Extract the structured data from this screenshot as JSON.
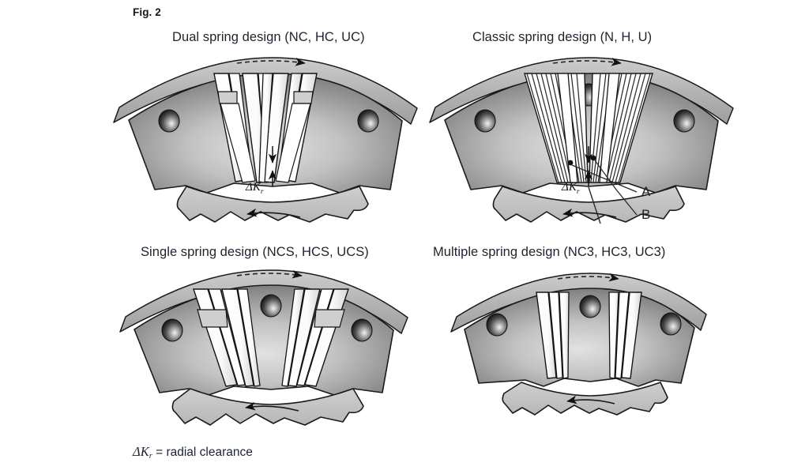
{
  "figure": {
    "label": "Fig. 2",
    "legend": {
      "symbol_delta": "Δ",
      "symbol_k": "K",
      "symbol_sub": "r",
      "text": " = radial clearance",
      "full": "ΔKr = radial clearance"
    }
  },
  "panels": [
    {
      "id": "dual",
      "title": "Dual spring design (NC, HC, UC)",
      "clearance_label": {
        "delta": "Δ",
        "k": "K",
        "sub": "r"
      },
      "has_clearance_arrow": true,
      "callouts": [],
      "spring_style": "dual",
      "leaves_per_pack": 4,
      "packs": 2
    },
    {
      "id": "classic",
      "title": "Classic spring design (N, H, U)",
      "clearance_label": {
        "delta": "Δ",
        "k": "K",
        "sub": "r"
      },
      "has_clearance_arrow": true,
      "callouts": [
        {
          "name": "A",
          "label": "A"
        },
        {
          "name": "B",
          "label": "B"
        }
      ],
      "spring_style": "classic",
      "leaves_per_pack": 11,
      "packs": 2
    },
    {
      "id": "single",
      "title": "Single spring design (NCS, HCS, UCS)",
      "clearance_label": null,
      "has_clearance_arrow": false,
      "callouts": [],
      "spring_style": "single",
      "leaves_per_pack": 3,
      "packs": 2
    },
    {
      "id": "multiple",
      "title": "Multiple spring design (NC3, HC3, UC3)",
      "clearance_label": null,
      "has_clearance_arrow": false,
      "callouts": [],
      "spring_style": "multiple",
      "leaves_per_pack": 3,
      "packs": 2
    }
  ],
  "colors": {
    "background": "#ffffff",
    "text": "#1b2430",
    "outer_band": "#b9b9b9",
    "sector_body_light": "#d9d9d9",
    "sector_body_dark": "#8c8c8c",
    "rotor": "#c4c4c4",
    "spring_white": "#ffffff",
    "outline": "#1a1a1a",
    "bolt_dark": "#2e2e2e"
  },
  "annotations": {
    "stator_arrow_direction": "right",
    "rotor_arrow_direction": "left",
    "bolts_per_panel": 3
  }
}
